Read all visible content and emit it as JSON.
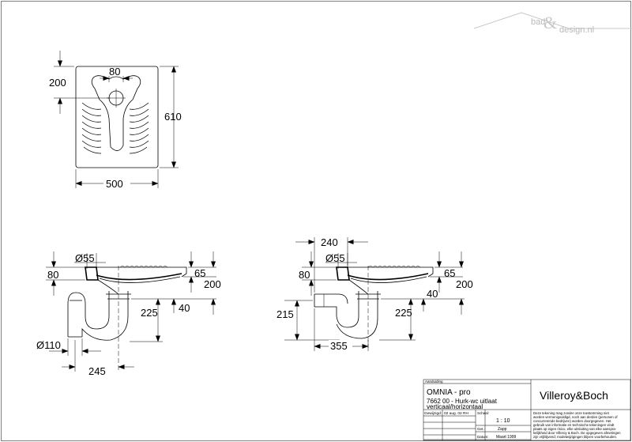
{
  "logo": {
    "text_left": "bad",
    "amp": "&",
    "text_right": "design.nl"
  },
  "top_view": {
    "dim_width_inner": "80",
    "dim_top_offset": "200",
    "dim_depth": "610",
    "dim_width": "500"
  },
  "side_view_vertical": {
    "dim_outlet_dia": "Ø55",
    "dim_rim_height": "80",
    "dim_65": "65",
    "dim_200": "200",
    "dim_40": "40",
    "dim_225": "225",
    "dim_trap_dia": "Ø110",
    "dim_245": "245"
  },
  "side_view_horizontal": {
    "dim_240": "240",
    "dim_outlet_dia": "Ø55",
    "dim_rim_height": "80",
    "dim_65": "65",
    "dim_200": "200",
    "dim_40": "40",
    "dim_215": "215",
    "dim_225": "225",
    "dim_355": "355"
  },
  "title_block": {
    "header_label": "Aanduiding",
    "product_name": "OMNIA - pro",
    "description_line1": "7662 00 - Hurk-wc uitlaat",
    "description_line2": "verticaal/horizontaal",
    "brand": "Villeroy&Boch",
    "disclaimer": [
      "Deze tekening mag zonder onze toestemming niet",
      "worden vermenigvuldigd, noch aan derden  (personen of",
      "concurrerende bedrijven) worden doorgegeven. Het",
      "gebruik van informatie en technische tekeningen  vindt",
      "plaats op eigen risico, elke uitsluiting van elke aanspra-",
      "kelijkheid door Villeroy & Boch. De opgegeven afmetingen",
      "zijn vrijblijvend; modelwijzigingen blijven voorbehouden."
    ],
    "gewijzigd_label": "Gewijzigd:",
    "gewijzigd_value": "02 aug. 02 RH",
    "schaal_label": "Schaal:",
    "schaal_value": "1 : 10",
    "getekend_label": "Get.:",
    "getekend_value": "Zapp",
    "datum_label": "Datum:",
    "datum_value": "Maart 1999"
  }
}
